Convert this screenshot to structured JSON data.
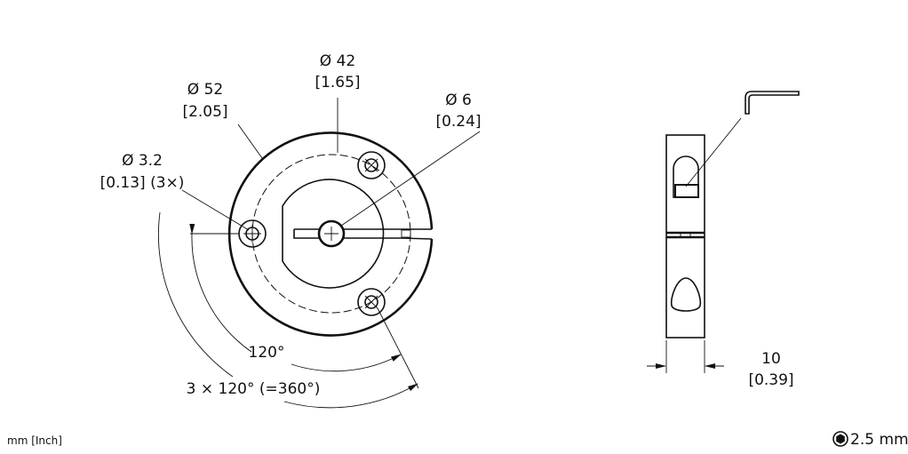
{
  "units_note": "mm [Inch]",
  "dimensions": {
    "d42": {
      "mm": "Ø 42",
      "inch": "[1.65]"
    },
    "d52": {
      "mm": "Ø 52",
      "inch": "[2.05]"
    },
    "d6": {
      "mm": "Ø 6",
      "inch": "[0.24]"
    },
    "d32": {
      "mm": "Ø 3.2",
      "inch": "[0.13] (3×)"
    },
    "angle": "120°",
    "angle_total": "3 × 120° (=360°)",
    "width": {
      "mm": "10",
      "inch": "[0.39]"
    }
  },
  "tool": {
    "icon": "hex-key-icon",
    "size": "2.5 mm"
  }
}
